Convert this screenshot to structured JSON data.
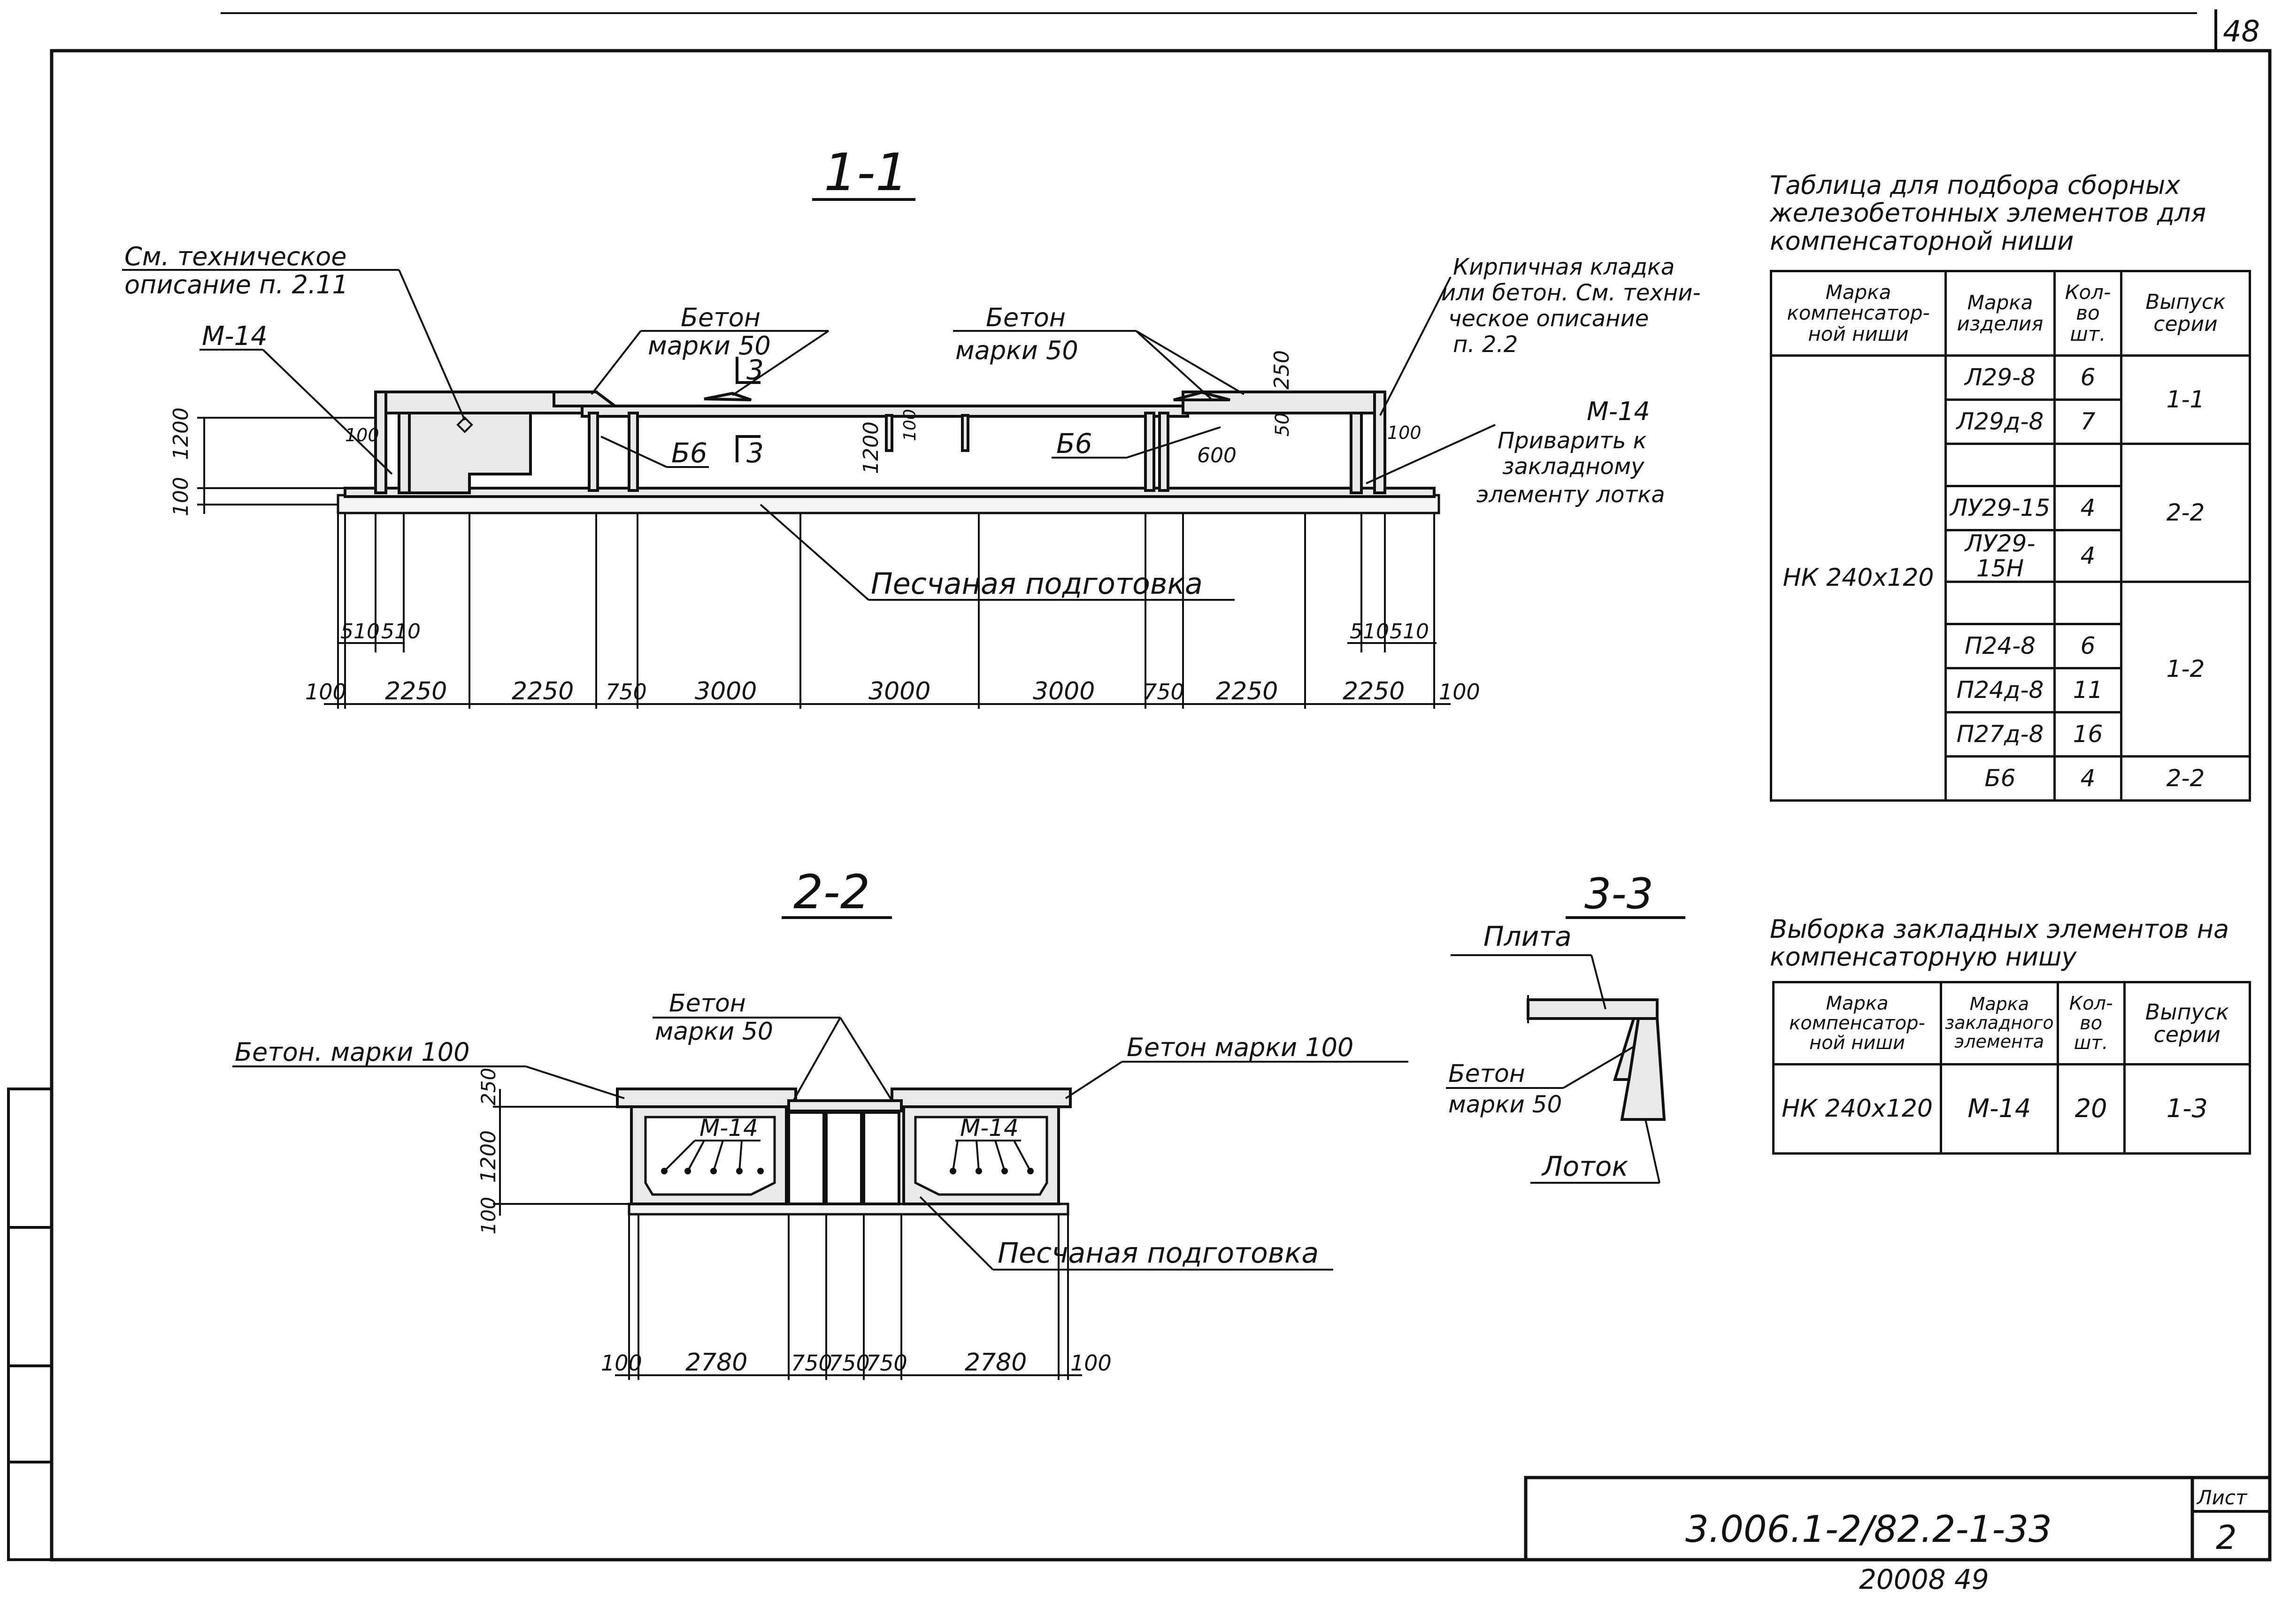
{
  "sheet": {
    "corner_number": "48",
    "bottom_stamp": "20008   49",
    "drawing_code": "3.006.1-2/82.2-1-33",
    "sheet_label": "Лист",
    "sheet_number": "2"
  },
  "section_1_1": {
    "title": "1-1",
    "notes": {
      "tech_desc": "См. техническое описание п. 2.11",
      "m14_left": "М-14",
      "concrete_left": "Бетон марки 50",
      "concrete_mid": "Бетон марки 50",
      "brick": "Кирпичная кладка или бетон. См. техническое описание п. 2.2",
      "m14_right": "М-14",
      "weld": "Приварить к закладному элементу лотка",
      "sand": "Песчаная подготовка",
      "b6_left": "Б6",
      "b6_right": "Б6",
      "cut_mark": "3"
    },
    "dims_vertical": [
      "1200",
      "100",
      "1200",
      "100",
      "250",
      "50",
      "100",
      "100"
    ],
    "dim_600": "600",
    "dims_small": [
      "510",
      "510",
      "510",
      "510"
    ],
    "dims_bottom": [
      "100",
      "2250",
      "2250",
      "750",
      "3000",
      "3000",
      "3000",
      "750",
      "2250",
      "2250",
      "100"
    ]
  },
  "section_2_2": {
    "title": "2-2",
    "notes": {
      "concrete_top": "Бетон марки 50",
      "concrete_left": "Бетон. марки 100",
      "concrete_right": "Бетон марки 100",
      "m14_a": "М-14",
      "m14_b": "М-14",
      "sand": "Песчаная подготовка"
    },
    "dims_vertical": [
      "250",
      "1200",
      "100"
    ],
    "dims_bottom": [
      "100",
      "2780",
      "750",
      "750",
      "750",
      "2780",
      "100"
    ]
  },
  "section_3_3": {
    "title": "3-3",
    "notes": {
      "slab": "Плита",
      "concrete": "Бетон марки 50",
      "tray": "Лоток"
    }
  },
  "table_1": {
    "title": "Таблица для подбора сборных железобетонных элементов для компенсаторной ниши",
    "headers": [
      "Марка компенсатор-ной ниши",
      "Марка изделия",
      "Кол-во шт.",
      "Выпуск серии"
    ],
    "niche": "НК 240х120",
    "rows": [
      {
        "item": "Л29-8",
        "qty": "6"
      },
      {
        "item": "Л29д-8",
        "qty": "7"
      },
      {
        "item": "",
        "qty": ""
      },
      {
        "item": "ЛУ29-15",
        "qty": "4"
      },
      {
        "item": "ЛУ29-15Н",
        "qty": "4"
      },
      {
        "item": "",
        "qty": ""
      },
      {
        "item": "П24-8",
        "qty": "6"
      },
      {
        "item": "П24д-8",
        "qty": "11"
      },
      {
        "item": "П27д-8",
        "qty": "16"
      },
      {
        "item": "Б6",
        "qty": "4"
      }
    ],
    "series": [
      "1-1",
      "2-2",
      "1-2",
      "2-2"
    ]
  },
  "table_2": {
    "title": "Выборка закладных элементов на компенсаторную нишу",
    "headers": [
      "Марка компенсатор-ной ниши",
      "Марка закладного элемента",
      "Кол-во шт.",
      "Выпуск серии"
    ],
    "row": {
      "niche": "НК 240х120",
      "item": "М-14",
      "qty": "20",
      "series": "1-3"
    }
  }
}
